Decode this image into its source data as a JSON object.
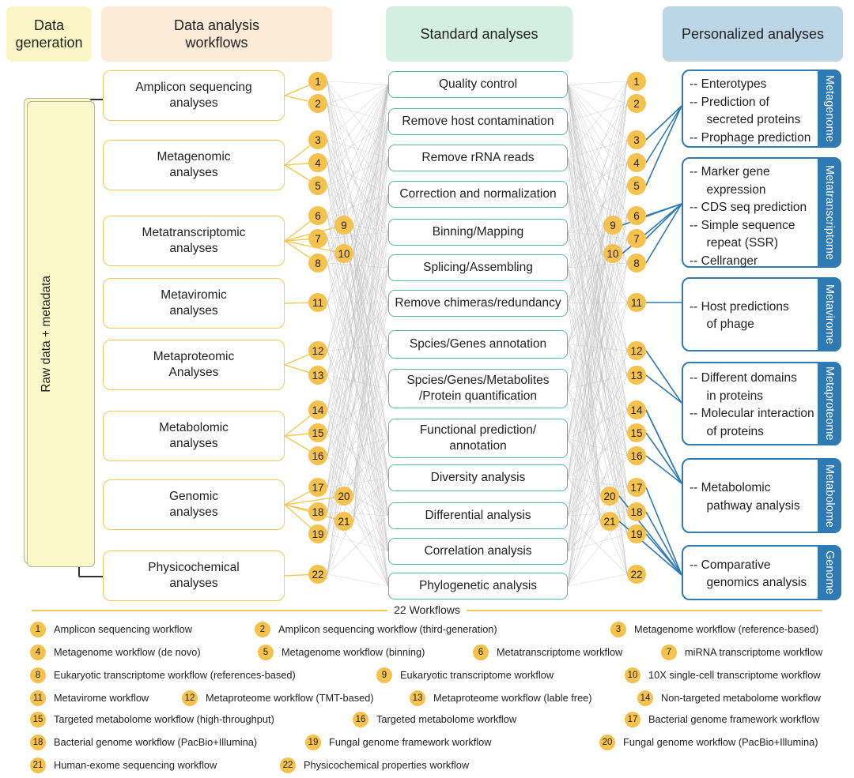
{
  "headers": {
    "data_generation": "Data\ngeneration",
    "workflows": "Data analysis\nworkflows",
    "standard": "Standard analyses",
    "personalized": "Personalized analyses"
  },
  "raw_data_label": "Raw data + metadata",
  "analyses": [
    {
      "label": "Amplicon sequencing\nanalyses",
      "numbers": [
        1,
        2
      ]
    },
    {
      "label": "Metagenomic\nanalyses",
      "numbers": [
        3,
        4,
        5
      ]
    },
    {
      "label": "Metatranscriptomic\nanalyses",
      "numbers": [
        6,
        7,
        8,
        9,
        10
      ]
    },
    {
      "label": "Metaviromic\nanalyses",
      "numbers": [
        11
      ]
    },
    {
      "label": "Metaproteomic\nAnalyses",
      "numbers": [
        12,
        13
      ]
    },
    {
      "label": "Metabolomic\nanalyses",
      "numbers": [
        14,
        15,
        16
      ]
    },
    {
      "label": "Genomic\nanalyses",
      "numbers": [
        17,
        18,
        19,
        20,
        21
      ]
    },
    {
      "label": "Physicochemical\nanalyses",
      "numbers": [
        22
      ]
    }
  ],
  "standard_analyses": [
    "Quality control",
    "Remove host contamination",
    "Remove rRNA reads",
    "Correction and normalization",
    "Binning/Mapping",
    "Splicing/Assembling",
    "Remove chimeras/redundancy",
    "Spcies/Genes annotation",
    "Spcies/Genes/Metabolites\n/Protein quantification",
    "Functional prediction/\nannotation",
    "Diversity analysis",
    "Differential analysis",
    "Correlation analysis",
    "Phylogenetic analysis"
  ],
  "personalized": [
    {
      "tab": "Metagenome",
      "lines": [
        "-- Enterotypes",
        "-- Prediction of",
        "     secreted proteins",
        "-- Prophage prediction"
      ]
    },
    {
      "tab": "Metatranscriptome",
      "lines": [
        "-- Marker gene",
        "     expression",
        "-- CDS seq prediction",
        "-- Simple sequence",
        "     repeat (SSR)",
        "-- Cellranger"
      ]
    },
    {
      "tab": "Metavirome",
      "lines": [
        "-- Host predictions",
        "     of phage"
      ]
    },
    {
      "tab": "Metaproteome",
      "lines": [
        "-- Different domains",
        "     in proteins",
        "-- Molecular interaction",
        "     of proteins"
      ]
    },
    {
      "tab": "Metabolome",
      "lines": [
        "-- Metabolomic",
        "     pathway analysis"
      ]
    },
    {
      "tab": "Genome",
      "lines": [
        "-- Comparative",
        "     genomics analysis"
      ]
    }
  ],
  "workflows_title": "22 Workflows",
  "workflows": [
    {
      "n": 1,
      "name": "Amplicon sequencing workflow"
    },
    {
      "n": 2,
      "name": "Amplicon sequencing workflow (third-generation)"
    },
    {
      "n": 3,
      "name": "Metagenome workflow (reference-based)"
    },
    {
      "n": 4,
      "name": "Metagenome workflow (de novo)"
    },
    {
      "n": 5,
      "name": "Metagenome workflow (binning)"
    },
    {
      "n": 6,
      "name": "Metatranscriptome workflow"
    },
    {
      "n": 7,
      "name": "miRNA transcriptome workflow"
    },
    {
      "n": 8,
      "name": "Eukaryotic transcriptome workflow  (references-based)"
    },
    {
      "n": 9,
      "name": "Eukaryotic transcriptome workflow"
    },
    {
      "n": 10,
      "name": "10X single-cell transcriptome workflow"
    },
    {
      "n": 11,
      "name": "Metavirome workflow"
    },
    {
      "n": 12,
      "name": "Metaproteome workflow (TMT-based)"
    },
    {
      "n": 13,
      "name": "Metaproteome workflow (lable free)"
    },
    {
      "n": 14,
      "name": "Non-targeted metabolome workflow"
    },
    {
      "n": 15,
      "name": "Targeted metabolome workflow (high-throughput)"
    },
    {
      "n": 16,
      "name": "Targeted metabolome workflow"
    },
    {
      "n": 17,
      "name": "Bacterial genome framework workflow"
    },
    {
      "n": 18,
      "name": "Bacterial genome workflow (PacBio+Illumina)"
    },
    {
      "n": 19,
      "name": "Fungal genome framework workflow"
    },
    {
      "n": 20,
      "name": "Fungal genome workflow (PacBio+Illumina)"
    },
    {
      "n": 21,
      "name": "Human-exome sequencing workflow"
    },
    {
      "n": 22,
      "name": "Physicochemical properties workflow"
    }
  ],
  "colors": {
    "header_data_generation": "#fbf6c5",
    "header_workflows": "#fbebd7",
    "header_standard": "#d3efe3",
    "header_personalized": "#bcd6e7",
    "analysis_border": "#f3c956",
    "standard_border": "#5ab79a",
    "personalized": "#2f7ab3",
    "number_fill": "#f4c24d"
  }
}
